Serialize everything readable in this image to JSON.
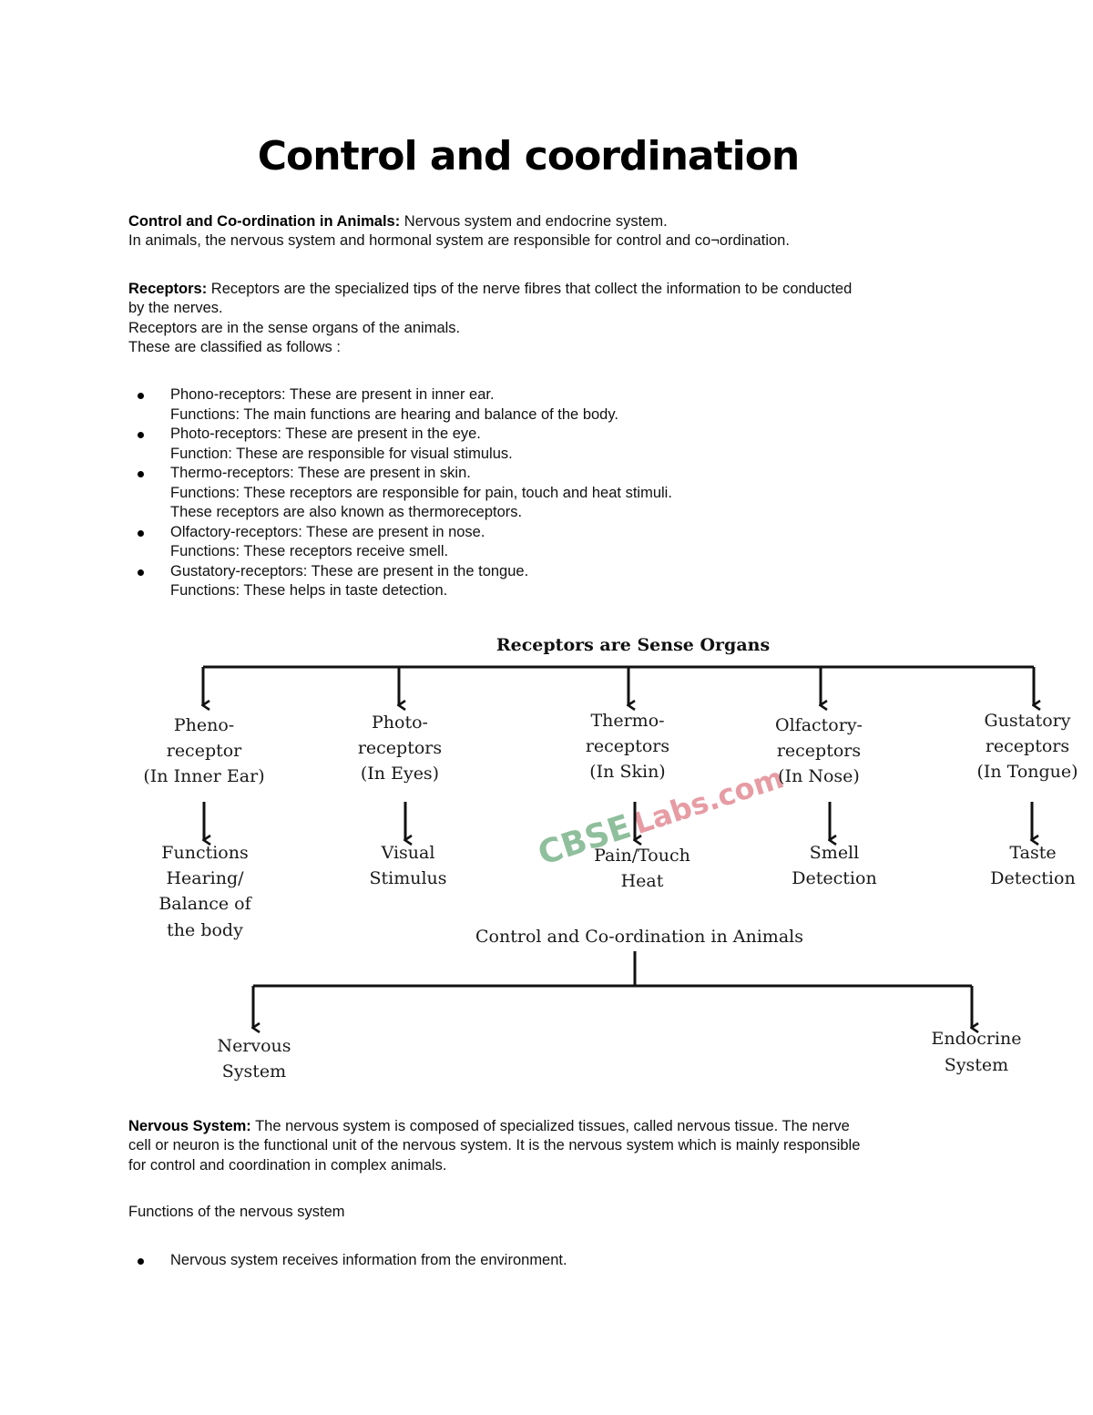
{
  "title": "Control and coordination",
  "intro": {
    "label": "Control and Co-ordination in Animals:",
    "text": " Nervous system and endocrine system.",
    "line2": "In animals, the nervous system and hormonal system are responsible for control and co¬ordination."
  },
  "receptors": {
    "label": "Receptors:",
    "line1": " Receptors are the specialized tips of the nerve fibres that collect the information to be conducted",
    "line2": "by the nerves.",
    "line3": "Receptors are in the sense organs of the animals.",
    "line4": "These are classified as follows :"
  },
  "receptor_list": [
    {
      "line1": "Phono-receptors: These are present in inner ear.",
      "line2": "Functions: The main functions are hearing and balance of the body."
    },
    {
      "line1": "Photo-receptors: These are present in the eye.",
      "line2": "Function: These are responsible for visual stimulus."
    },
    {
      "line1": "Thermo-receptors: These are present in skin.",
      "line2": "Functions: These receptors are responsible for pain, touch and heat stimuli.",
      "line3": "These receptors are also known as thermoreceptors."
    },
    {
      "line1": "Olfactory-receptors: These are present in nose.",
      "line2": "Functions: These receptors receive smell."
    },
    {
      "line1": "Gustatory-receptors: These are present in the tongue.",
      "line2": "Functions: These helps in taste detection."
    }
  ],
  "diagram": {
    "title": "Receptors are Sense Organs",
    "receptors": [
      {
        "line1": "Pheno-",
        "line2": "receptor",
        "line3": "(In Inner Ear)",
        "f1": "Functions",
        "f2": "Hearing/",
        "f3": "Balance of",
        "f4": "the body"
      },
      {
        "line1": "Photo-",
        "line2": "receptors",
        "line3": "(In Eyes)",
        "f1": "Visual",
        "f2": "Stimulus"
      },
      {
        "line1": "Thermo-",
        "line2": "receptors",
        "line3": "(In Skin)",
        "f1": "Pain/Touch",
        "f2": "Heat"
      },
      {
        "line1": "Olfactory-",
        "line2": "receptors",
        "line3": "(In Nose)",
        "f1": "Smell",
        "f2": "Detection"
      },
      {
        "line1": "Gustatory",
        "line2": "receptors",
        "line3": "(In Tongue)",
        "f1": "Taste",
        "f2": "Detection"
      }
    ],
    "subtitle": "Control and Co-ordination in Animals",
    "branches": [
      {
        "line1": "Nervous",
        "line2": "System"
      },
      {
        "line1": "Endocrine",
        "line2": "System"
      }
    ],
    "watermark": {
      "part1": "CBSE",
      "part2": "Labs.com",
      "color1": "#6aaa7c",
      "color2": "#e07b86"
    }
  },
  "nervous": {
    "label": "Nervous System:",
    "line1": " The nervous system is composed of specialized tissues, called nervous tissue. The nerve",
    "line2": "cell or neuron is the functional unit of the nervous system. It is the nervous system which is mainly responsible",
    "line3": "for control and coordination in complex animals."
  },
  "functions_heading": "Functions of the nervous system",
  "functions_list": [
    "Nervous system receives information from the environment."
  ]
}
